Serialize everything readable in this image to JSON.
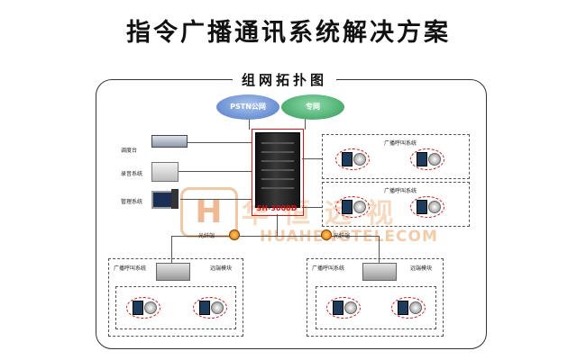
{
  "title": "指令广播通讯系统解决方案",
  "frame_label": "组网拓扑图",
  "clouds": {
    "pstn": "PSTN公网",
    "private": "专网"
  },
  "server_label": "SH-3000D",
  "devices": {
    "console": "调度台",
    "recorder": "录音系统",
    "management": "管理系统"
  },
  "groups": {
    "top1": "广播呼叫系统",
    "top2": "广播呼叫系统",
    "bottom_left_title": "广播呼叫系统",
    "bottom_left_unit": "远端模块",
    "bottom_right_title": "广播呼叫系统",
    "bottom_right_unit": "远端模块"
  },
  "fiber": {
    "left": "光纤端",
    "right": "光纤端"
  },
  "watermark": {
    "letter": "H",
    "cn": "华恒远视",
    "en": "HUAHENGTELECOM"
  },
  "colors": {
    "accent_red": "#d11111",
    "watermark_orange": "#f0b98f"
  }
}
